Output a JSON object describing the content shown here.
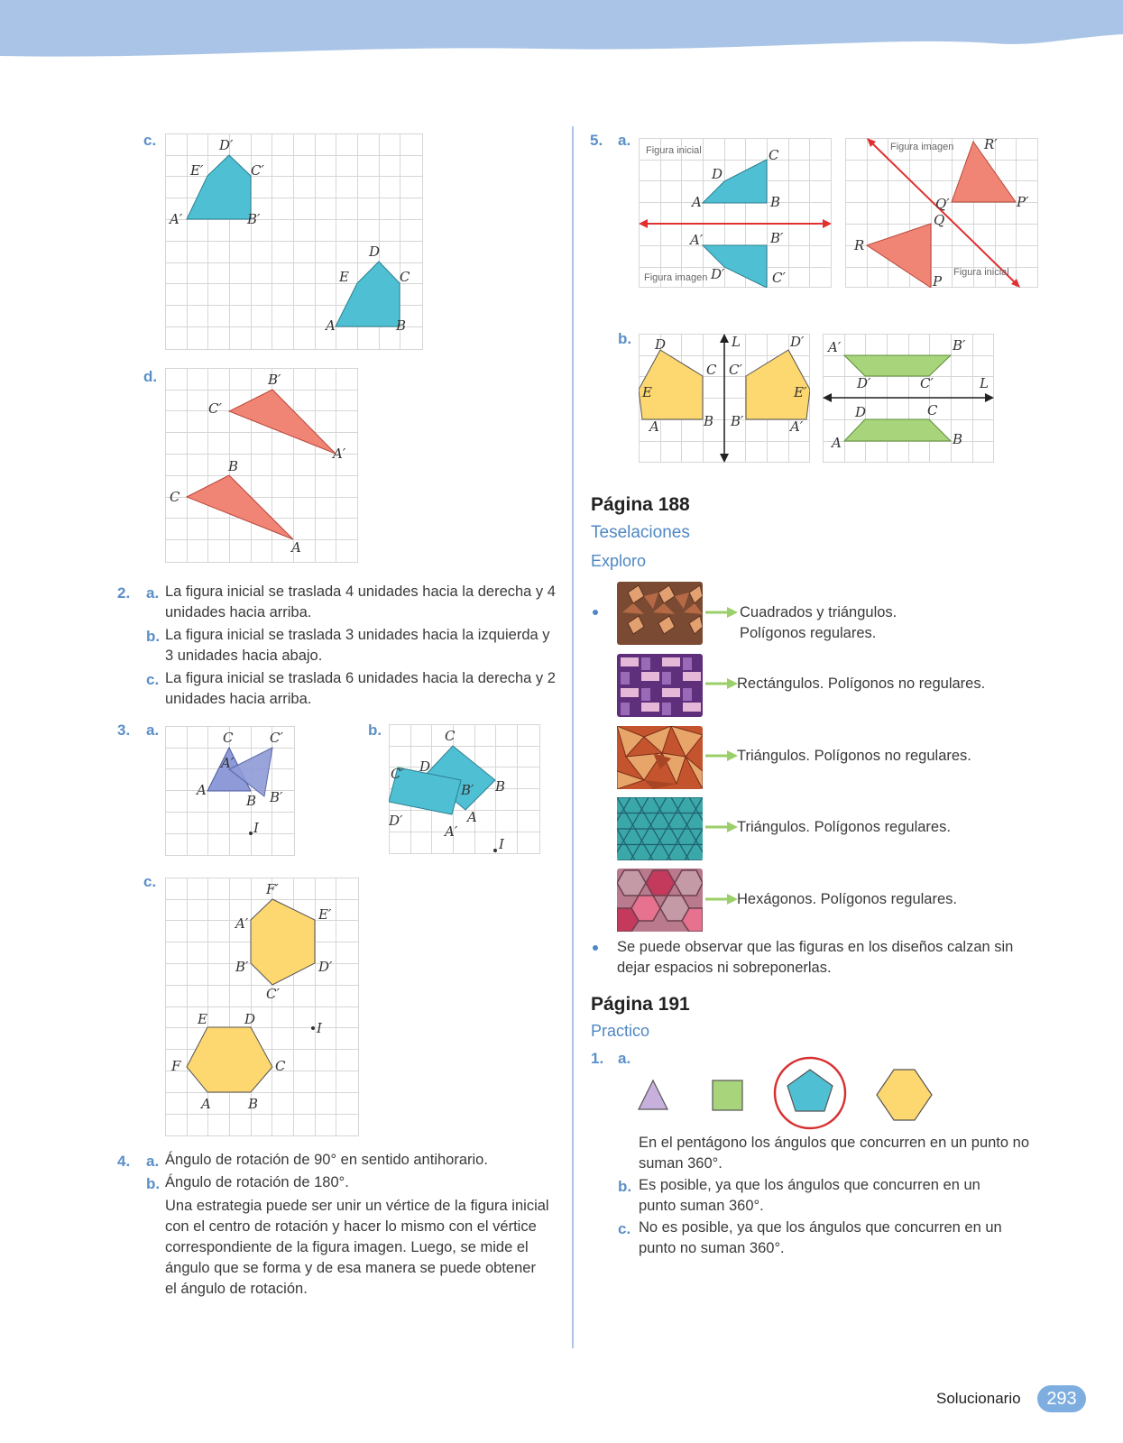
{
  "left": {
    "ex1c": {
      "label": "c.",
      "points": {
        "Dp": "D′",
        "Ep": "E′",
        "Cp": "C′",
        "Ap": "A′",
        "Bp": "B′",
        "D": "D",
        "E": "E",
        "C": "C",
        "A": "A",
        "B": "B"
      },
      "color": "#4fc0d4"
    },
    "ex1d": {
      "label": "d.",
      "points": {
        "Bp": "B′",
        "Cp": "C′",
        "Ap": "A′",
        "B": "B",
        "C": "C",
        "A": "A"
      },
      "color": "#f08576"
    },
    "ex2": {
      "num": "2.",
      "items": [
        {
          "label": "a.",
          "text": "La figura inicial se traslada 4 unidades hacia la derecha y 4 unidades hacia arriba."
        },
        {
          "label": "b.",
          "text": "La figura inicial se traslada 3 unidades hacia la izquierda y 3 unidades hacia abajo."
        },
        {
          "label": "c.",
          "text": "La figura inicial se traslada 6 unidades hacia la derecha y 2 unidades hacia arriba."
        }
      ]
    },
    "ex3": {
      "num": "3.",
      "a": {
        "label": "a.",
        "points": {
          "C": "C",
          "Cp": "C′",
          "Ap": "A′",
          "A": "A",
          "B": "B",
          "Bp": "B′",
          "I": "I"
        },
        "color": "#8e9bd8"
      },
      "b": {
        "label": "b.",
        "points": {
          "C": "C",
          "D": "D",
          "Cp": "C′",
          "Bp": "B′",
          "B": "B",
          "Dp": "D′",
          "A": "A",
          "Ap": "A′",
          "I": "I"
        },
        "color": "#4fc0d4"
      },
      "c": {
        "label": "c.",
        "points": {
          "Fp": "F′",
          "Ep": "E′",
          "Ap": "A′",
          "Bp": "B′",
          "Dp": "D′",
          "Cp": "C′",
          "E": "E",
          "D": "D",
          "I": "I",
          "F": "F",
          "C": "C",
          "A": "A",
          "B": "B"
        },
        "color": "#fdd76f"
      }
    },
    "ex4": {
      "num": "4.",
      "a": {
        "label": "a.",
        "text": "Ángulo de rotación de 90° en sentido antihorario."
      },
      "b": {
        "label": "b.",
        "text": "Ángulo de rotación de 180°."
      },
      "strategy": "Una estrategia puede ser unir un vértice de la figura inicial con el centro de rotación y hacer lo mismo con el vértice correspondiente de la figura imagen. Luego, se mide el ángulo que se forma y de esa manera se puede obtener el ángulo de rotación."
    }
  },
  "right": {
    "ex5": {
      "num": "5.",
      "a": {
        "label": "a.",
        "left": {
          "cap_initial": "Figura inicial",
          "cap_image": "Figura imagen",
          "points": {
            "C": "C",
            "D": "D",
            "A": "A",
            "B": "B",
            "Ap": "A′",
            "Bp": "B′",
            "Dp": "D′",
            "Cp": "C′"
          }
        },
        "right": {
          "cap_image": "Figura imagen",
          "cap_initial": "Figura inicial",
          "points": {
            "Rp": "R′",
            "Qp": "Q′",
            "Pp": "P′",
            "Q": "Q",
            "R": "R",
            "P": "P"
          }
        }
      },
      "b": {
        "label": "b.",
        "left": {
          "points": {
            "D": "D",
            "L": "L",
            "Dp": "D′",
            "C": "C",
            "Cp": "C′",
            "E": "E",
            "Ep": "E′",
            "A": "A",
            "B": "B",
            "Bp": "B′",
            "Ap": "A′"
          }
        },
        "right": {
          "points": {
            "Ap": "A′",
            "Bp": "B′",
            "Dp": "D′",
            "Cp": "C′",
            "L": "L",
            "D": "D",
            "C": "C",
            "A": "A",
            "B": "B"
          }
        }
      }
    },
    "p188": {
      "title": "Página 188",
      "section": "Teselaciones",
      "sub": "Exploro",
      "rows": [
        {
          "line1": "Cuadrados y triángulos.",
          "line2": "Polígonos regulares."
        },
        {
          "line1": "Rectángulos. Polígonos no regulares.",
          "line2": ""
        },
        {
          "line1": "Triángulos. Polígonos no regulares.",
          "line2": ""
        },
        {
          "line1": "Triángulos. Polígonos regulares.",
          "line2": ""
        },
        {
          "line1": "Hexágonos. Polígonos regulares.",
          "line2": ""
        }
      ],
      "note": "Se puede observar que las figuras en los diseños calzan sin dejar espacios ni sobreponerlas."
    },
    "p191": {
      "title": "Página 191",
      "sub": "Practico",
      "num": "1.",
      "a_label": "a.",
      "a_text": "En el pentágono los ángulos que concurren en un punto no suman 360°.",
      "b_label": "b.",
      "b_text": "Es posible, ya que los ángulos que concurren en un punto suman 360°.",
      "c_label": "c.",
      "c_text": "No es posible, ya que los ángulos que concurren en un punto no suman 360°."
    }
  },
  "footer": {
    "label": "Solucionario",
    "page": "293"
  },
  "colors": {
    "accent": "#5b8fc9",
    "banner": "#a9c4e6",
    "red": "#e03030"
  }
}
